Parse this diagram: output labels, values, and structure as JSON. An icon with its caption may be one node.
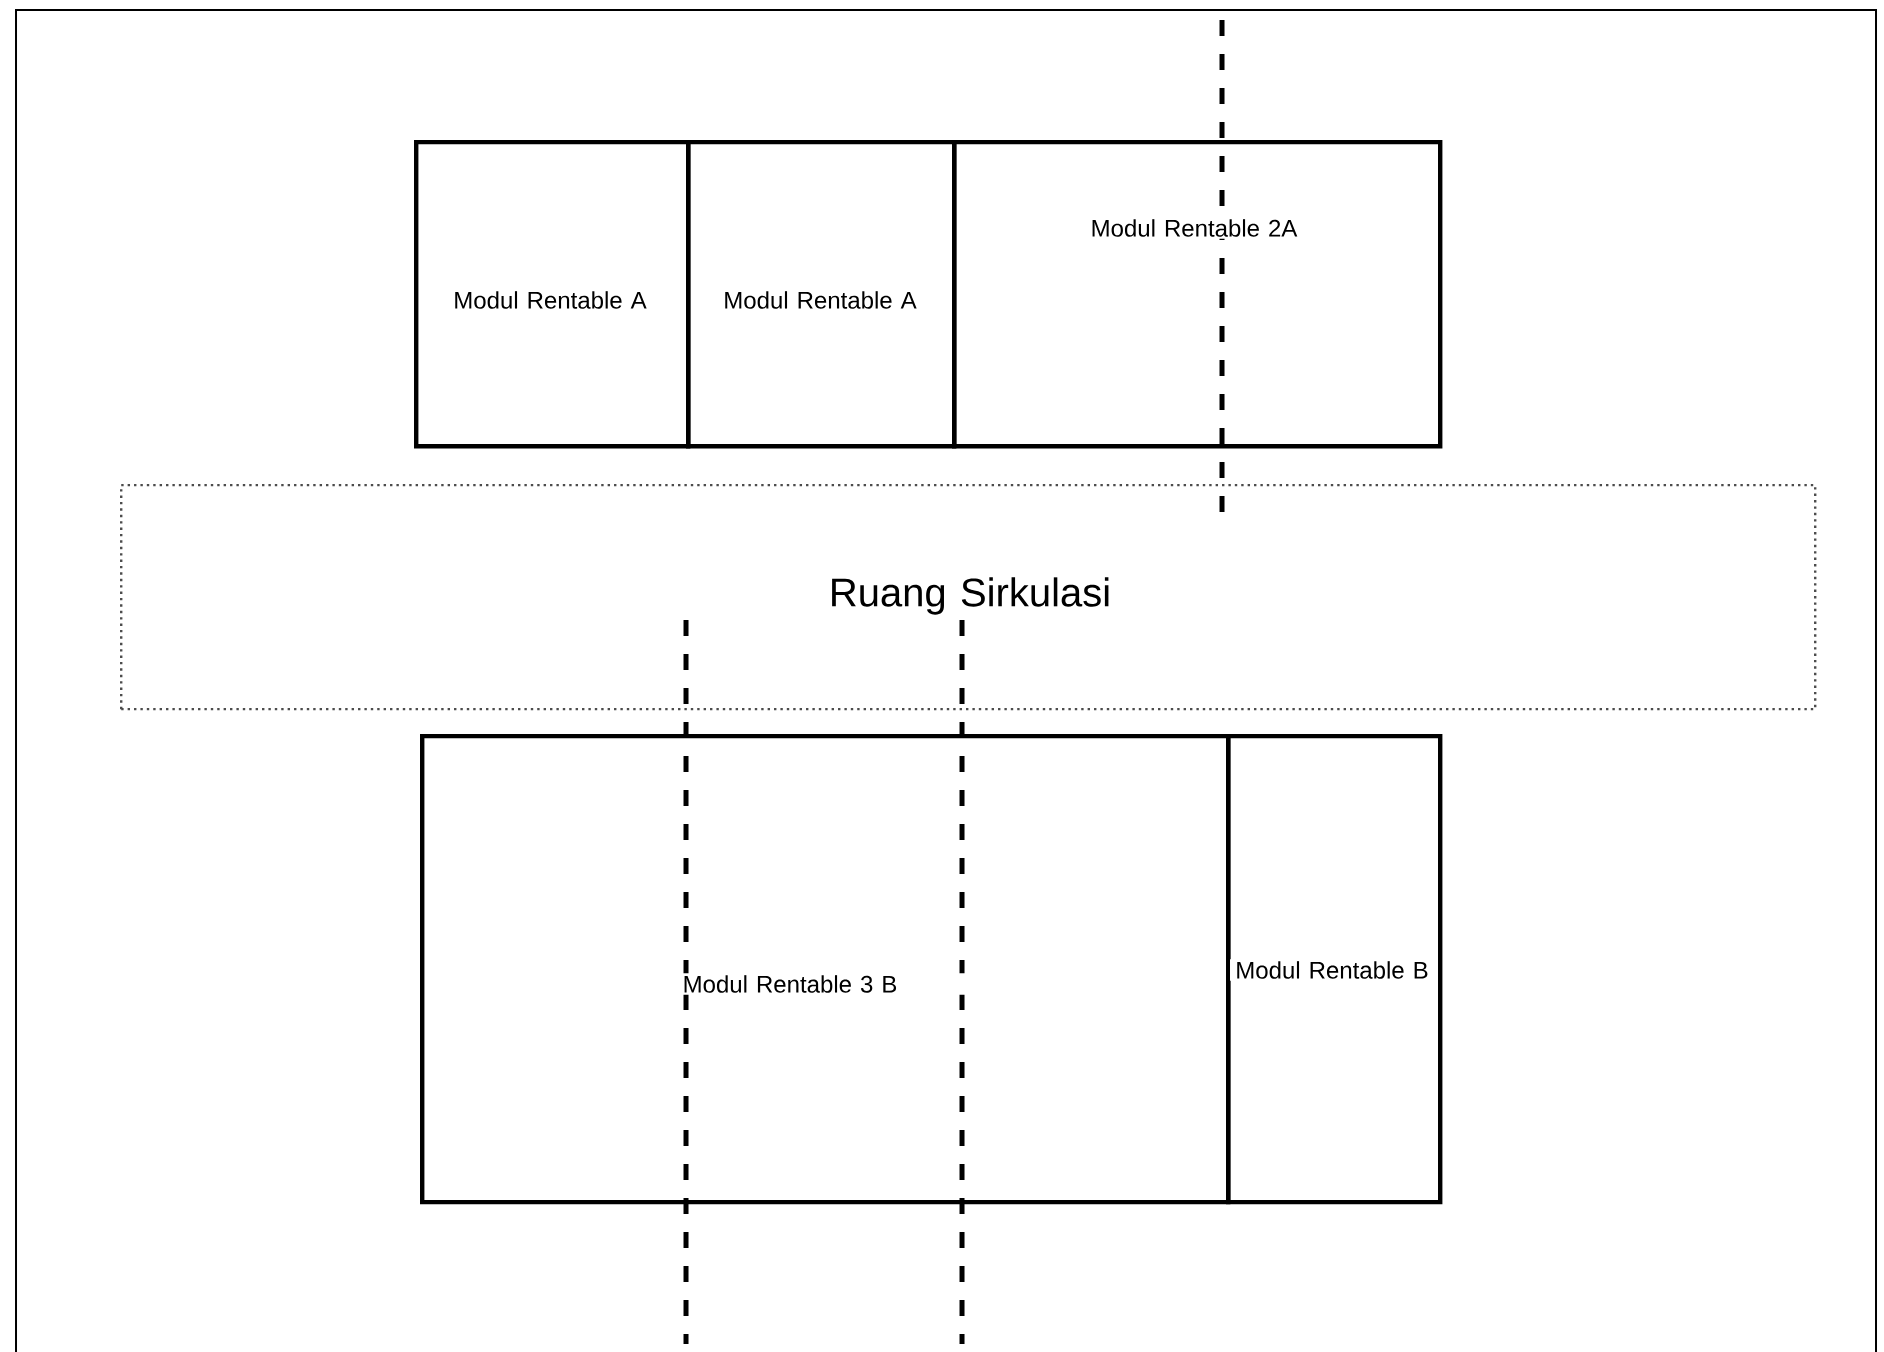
{
  "diagram": {
    "nodes": [
      {
        "text": [
          "Modul Rentable A"
        ]
      },
      {
        "text": [
          "Modul Rentable A"
        ]
      },
      {
        "text": [
          "Modul Rentable 2A"
        ]
      },
      {
        "text": [
          "Ruang Sirkulasi"
        ]
      },
      {
        "text": [
          "Modul Rentable 3 B"
        ]
      },
      {
        "text": [
          "Modul Rentable B"
        ]
      }
    ]
  }
}
